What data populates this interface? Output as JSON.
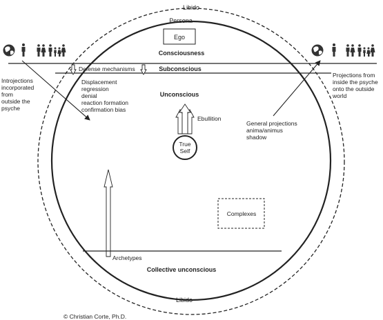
{
  "libido_top": "Libido",
  "libido_bottom": "Libido",
  "persona": "Persona",
  "ego": "Ego",
  "consciousness": "Consciousness",
  "defense_mechanisms": "Defense mechanisms",
  "subconscious": "Subconscious",
  "defense_list": [
    "Displacement",
    "regression",
    "denial",
    "reaction formation",
    "confirmation bias"
  ],
  "unconscious": "Unconscious",
  "ebullition": "Ebullition",
  "true_self": [
    "True",
    "Self"
  ],
  "general_projections": [
    "General projections",
    "anima/animus",
    "shadow"
  ],
  "introjections": [
    "Introjections",
    "incorporated",
    "from",
    "outside the",
    "psyche"
  ],
  "projections": [
    "Projections from",
    "inside the psyche",
    "onto the outside",
    "world"
  ],
  "complexes": "Complexes",
  "archetypes": "Archetypes",
  "collective_unconscious": "Collective unconscious",
  "copyright": "© Christian Corte, Ph.D.",
  "icons": [
    "globe-icon",
    "person-icon",
    "couple-icon",
    "family-icon"
  ]
}
